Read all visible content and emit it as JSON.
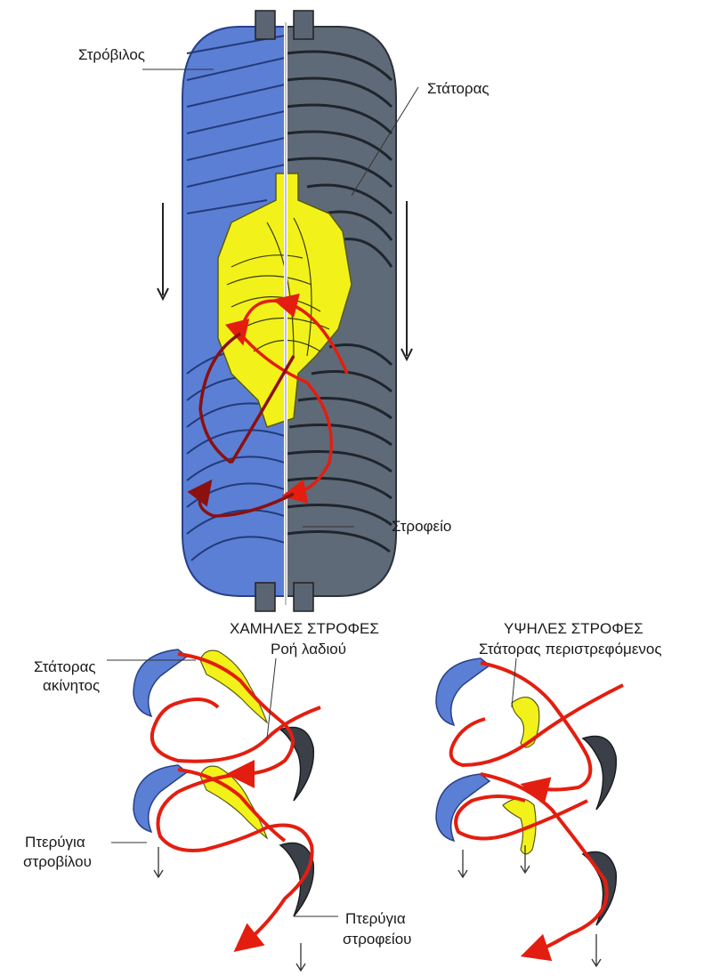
{
  "labels": {
    "turbine": "Στρόβιλος",
    "stator": "Στάτορας",
    "pump": "Στροφείο",
    "low_speed_title": "ΧΑΜΗΛΕΣ ΣΤΡΟΦΕΣ",
    "oil_flow": "Ροή λαδιού",
    "stator_fixed_1": "Στάτορας",
    "stator_fixed_2": "ακίνητος",
    "turbine_blade_1": "Πτερύγια",
    "turbine_blade_2": "στροβίλου",
    "pump_blade_1": "Πτερύγια",
    "pump_blade_2": "στροφείου",
    "high_speed_title": "ΥΨΗΛΕΣ ΣΤΡΟΦΕΣ",
    "stator_rotating": "Στάτορας περιστρεφόμενος"
  },
  "colors": {
    "turbine_blue": "#5b7fd4",
    "pump_gray": "#5a6472",
    "stator_yellow": "#f2f21a",
    "flow_red": "#e31e10",
    "flow_dark": "#8b1010"
  }
}
